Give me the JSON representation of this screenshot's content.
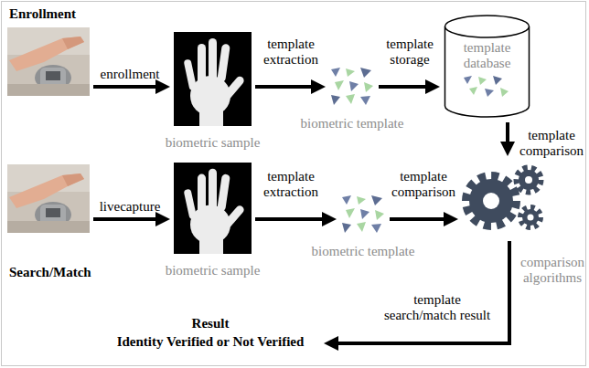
{
  "diagram": {
    "nodes": [
      {
        "text": [
          "Enrollment"
        ]
      },
      {
        "text": [
          "biometric sample"
        ]
      },
      {
        "text": [
          "biometric template"
        ]
      },
      {
        "text": [
          "template database"
        ]
      },
      {
        "text": [
          "Search/Match"
        ]
      },
      {
        "text": [
          "biometric sample"
        ]
      },
      {
        "text": [
          "biometric template"
        ]
      },
      {
        "text": [
          "comparison algorithms"
        ]
      },
      {
        "text": [
          "Result",
          "Identity Verified or Not Verified"
        ]
      }
    ],
    "edges": [
      {
        "from": 0,
        "to": 1,
        "arrow": "to",
        "label": "enrollment"
      },
      {
        "from": 1,
        "to": 2,
        "arrow": "to",
        "label": "template extraction"
      },
      {
        "from": 2,
        "to": 3,
        "arrow": "to",
        "label": "template storage"
      },
      {
        "from": 3,
        "to": 7,
        "arrow": "to",
        "label": "template comparison"
      },
      {
        "from": 4,
        "to": 5,
        "arrow": "to",
        "label": "livecapture"
      },
      {
        "from": 5,
        "to": 6,
        "arrow": "to",
        "label": "template extraction"
      },
      {
        "from": 6,
        "to": 7,
        "arrow": "to",
        "label": "template comparison"
      },
      {
        "from": 7,
        "to": 8,
        "arrow": "to",
        "label": "template search/match result"
      }
    ]
  }
}
